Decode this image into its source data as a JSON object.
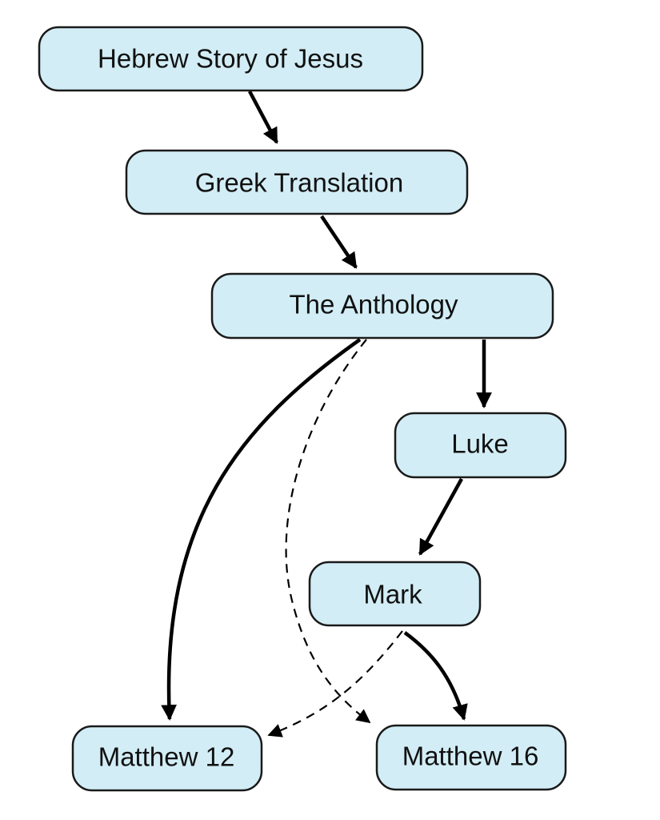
{
  "diagram": {
    "type": "flowchart",
    "nodes": [
      {
        "id": "hebrew",
        "label": "Hebrew Story of Jesus"
      },
      {
        "id": "greek",
        "label": "Greek Translation"
      },
      {
        "id": "anthology",
        "label": "The Anthology"
      },
      {
        "id": "luke",
        "label": "Luke"
      },
      {
        "id": "mark",
        "label": "Mark"
      },
      {
        "id": "matt12",
        "label": "Matthew 12"
      },
      {
        "id": "matt16",
        "label": "Matthew 16"
      }
    ],
    "edges": [
      {
        "from": "hebrew",
        "to": "greek",
        "style": "solid"
      },
      {
        "from": "greek",
        "to": "anthology",
        "style": "solid"
      },
      {
        "from": "anthology",
        "to": "luke",
        "style": "solid"
      },
      {
        "from": "luke",
        "to": "mark",
        "style": "solid"
      },
      {
        "from": "anthology",
        "to": "matt12",
        "style": "solid"
      },
      {
        "from": "anthology",
        "to": "matt16",
        "style": "dashed"
      },
      {
        "from": "mark",
        "to": "matt12",
        "style": "dashed"
      },
      {
        "from": "mark",
        "to": "matt16",
        "style": "solid"
      }
    ],
    "colors": {
      "node_fill": "#d2edf5",
      "node_stroke": "#1a1a1a",
      "edge": "#000000"
    }
  }
}
